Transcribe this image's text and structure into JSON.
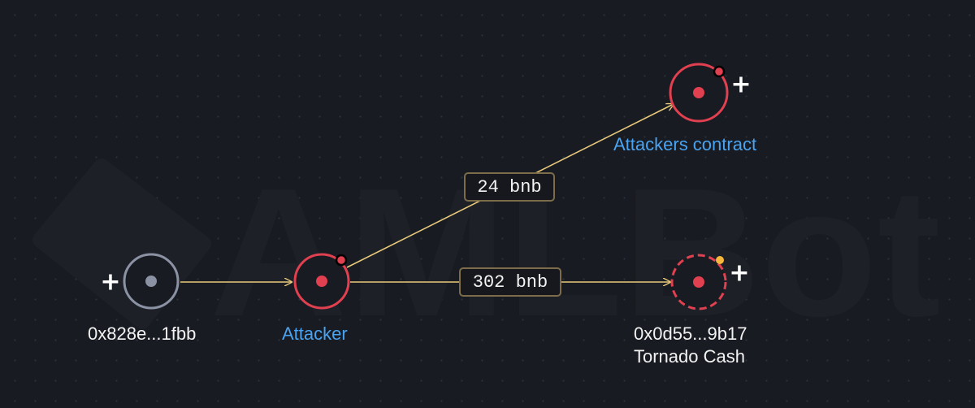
{
  "watermark": {
    "text": "AMLBot"
  },
  "colors": {
    "background": "#181b22",
    "edge": "#e8c97a",
    "edge_label_border": "#7d6c4a",
    "node_red": "#e0404f",
    "node_gray": "#8a92a3",
    "label_blue": "#4aa3f0",
    "label_white": "#f2f2f2",
    "badge_red": "#e0404f",
    "badge_orange": "#f5b83d",
    "watermark": "#1e2027"
  },
  "nodes": {
    "source": {
      "address": "0x828e...1fbb",
      "icon": "wallet-node-icon"
    },
    "attacker": {
      "label": "Attacker",
      "icon": "flagged-node-icon"
    },
    "contract": {
      "label": "Attackers contract",
      "icon": "flagged-node-icon"
    },
    "tornado": {
      "address": "0x0d55...9b17",
      "entity": "Tornado Cash",
      "icon": "mixer-node-icon"
    }
  },
  "edges": {
    "attacker_to_contract": {
      "amount": "24 bnb"
    },
    "attacker_to_tornado": {
      "amount": "302 bnb"
    }
  },
  "expand_symbol": "+"
}
